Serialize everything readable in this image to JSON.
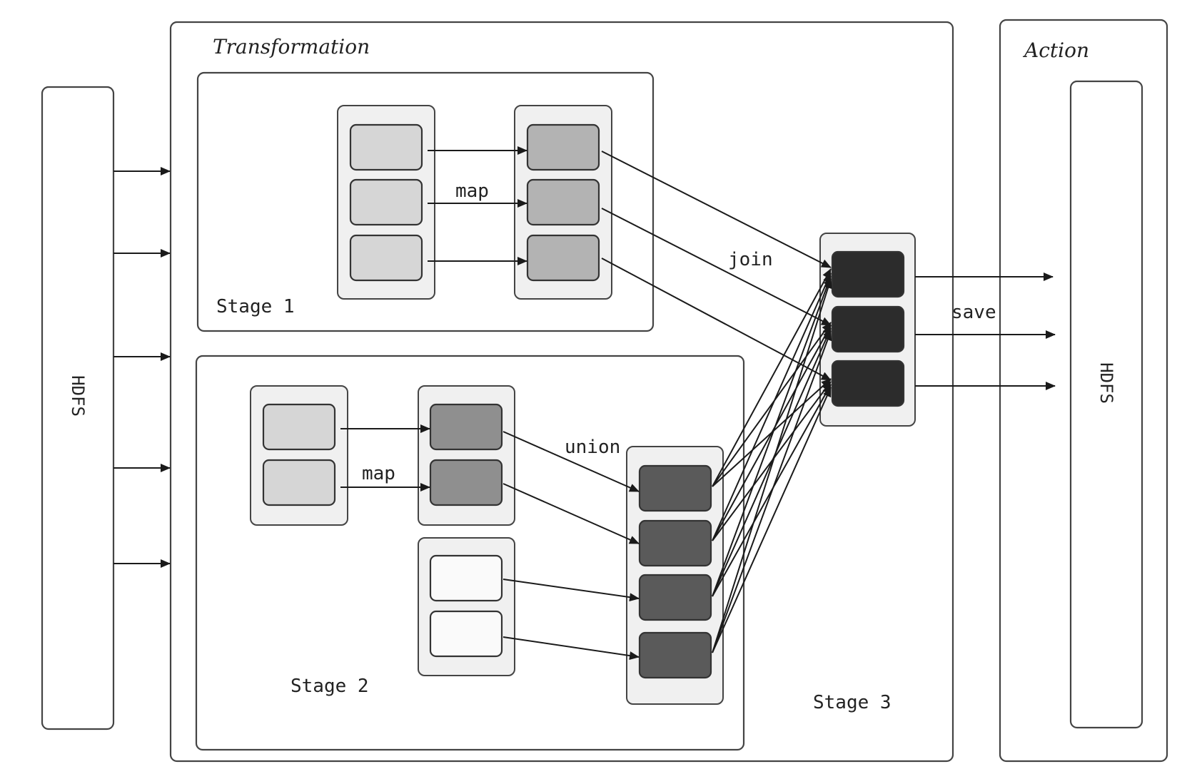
{
  "labels": {
    "hdfs_in": "HDFS",
    "hdfs_out": "HDFS",
    "transformation": "Transformation",
    "action": "Action",
    "stage1": "Stage 1",
    "stage2": "Stage 2",
    "stage3": "Stage 3",
    "map1": "map",
    "map2": "map",
    "join": "join",
    "union": "union",
    "save": "save"
  },
  "colors": {
    "light": "#d6d6d6",
    "medium": "#b3b3b3",
    "medium_dark": "#8f8f8f",
    "dark": "#5a5a5a",
    "very_dark": "#2c2c2c",
    "empty": "#fafafa"
  }
}
